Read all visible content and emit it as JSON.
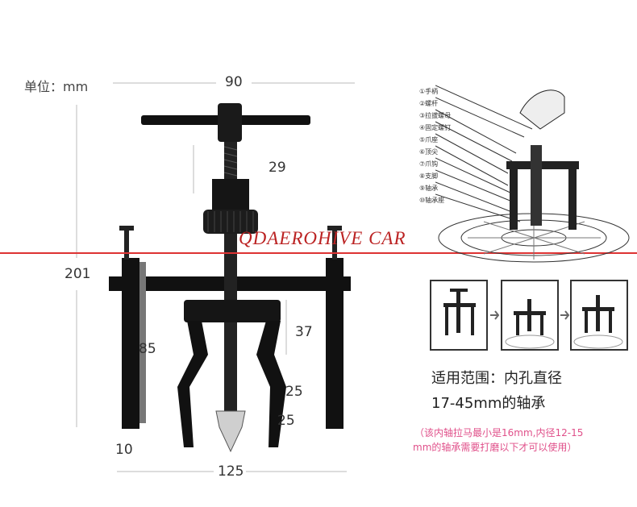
{
  "unit_label": "单位：mm",
  "dimensions": {
    "top_width": "90",
    "handle_height": "29",
    "total_height": "201",
    "leg_height": "85",
    "jaw_upper": "37",
    "jaw_mid": "25",
    "jaw_lower": "25",
    "leg_width": "10",
    "bottom_width": "125"
  },
  "watermark": "QDAERОHIVE CAR",
  "parts_legend": [
    "①手柄",
    "②螺杆",
    "③拉拔螺母",
    "④固定螺钉",
    "⑤爪座",
    "⑥顶尖",
    "⑦爪钩",
    "⑧支脚",
    "⑨轴承",
    "⑩轴承座"
  ],
  "applicable_range_line1": "适用范围：内孔直径",
  "applicable_range_line2": "17-45mm的轴承",
  "note_line1": "（该内轴拉马最小是16mm,内径12-15",
  "note_line2": "mm的轴承需要打磨以下才可以使用）",
  "colors": {
    "tool": "#111111",
    "accent_line": "#d33333",
    "note": "#e0508a"
  }
}
